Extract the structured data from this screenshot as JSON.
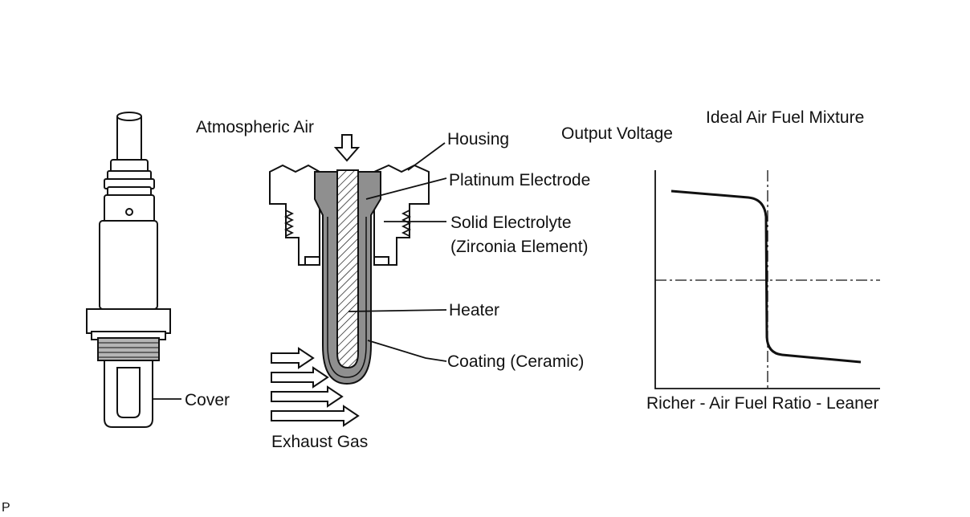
{
  "sensor_labels": {
    "cover": "Cover"
  },
  "cutaway_labels": {
    "atmospheric_air": "Atmospheric Air",
    "housing": "Housing",
    "platinum_electrode": "Platinum Electrode",
    "solid_electrolyte": "Solid Electrolyte",
    "zirconia_element": "(Zirconia Element)",
    "heater": "Heater",
    "coating": "Coating (Ceramic)",
    "exhaust_gas": "Exhaust Gas"
  },
  "graph_labels": {
    "ideal_mixture": "Ideal Air Fuel Mixture",
    "y_axis": "Output Voltage",
    "x_axis": "Richer - Air Fuel Ratio - Leaner"
  },
  "corner_mark": "P",
  "colors": {
    "ink": "#111111",
    "shade": "#8f8f8f",
    "thread_shade": "#b5b5b5"
  }
}
